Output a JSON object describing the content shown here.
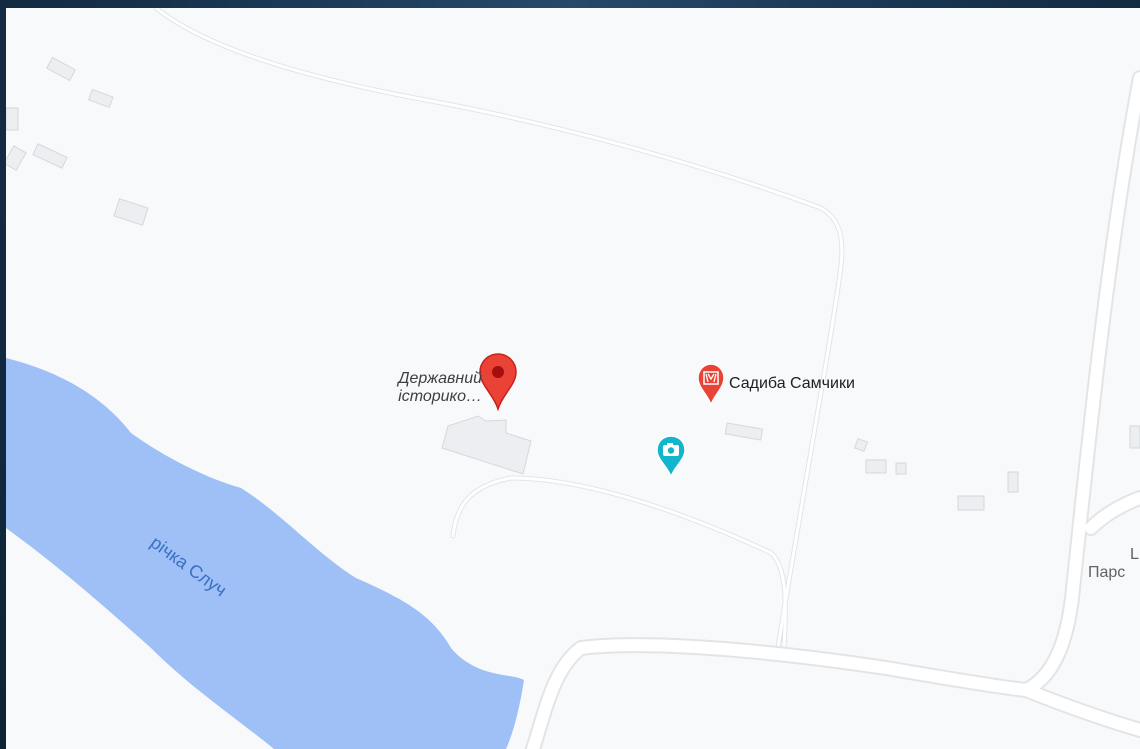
{
  "map": {
    "features": {
      "river": {
        "name": "річка Случ",
        "color": "#9ec0f7"
      },
      "main_poi": {
        "line1": "Державний",
        "line2": "історико…",
        "icon": "red-pin-icon",
        "color": "#ea4335"
      },
      "sadyba": {
        "name": "Садиба Самчики",
        "icon": "museum-pin-icon",
        "color": "#ea4335"
      },
      "photo_spot": {
        "icon": "camera-pin-icon",
        "color": "#12b5cb"
      },
      "edge_place": {
        "line1": "L",
        "line2": "Парс"
      }
    },
    "colors": {
      "land": "#f8f9fa",
      "road": "#ffffff",
      "road_casing": "#e2e5e8",
      "building": "#eceef1",
      "building_stroke": "#d5d8dc"
    }
  }
}
